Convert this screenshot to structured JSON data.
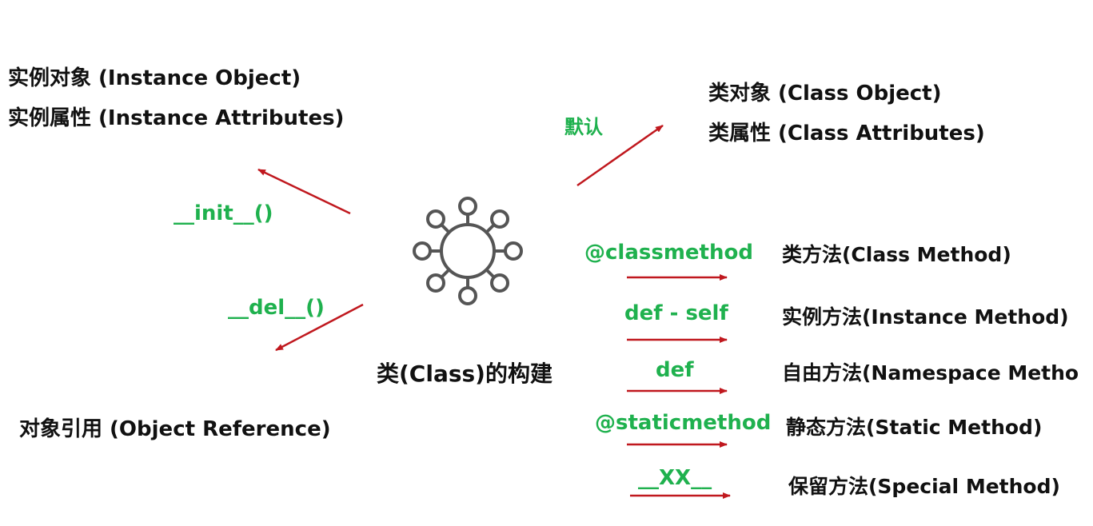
{
  "diagram": {
    "center_label": "类(Class)的构建",
    "left": {
      "instance_object": "实例对象 (Instance Object)",
      "instance_attributes": "实例属性 (Instance Attributes)",
      "init_method": "__init__()",
      "del_method": "__del__()",
      "object_reference": "对象引用 (Object Reference)"
    },
    "right": {
      "default_label": "默认",
      "class_object": "类对象 (Class Object)",
      "class_attributes": "类属性 (Class Attributes)"
    },
    "methods": [
      {
        "decorator": "@classmethod",
        "name": "类方法(Class Method)"
      },
      {
        "decorator": "def - self",
        "name": "实例方法(Instance Method)"
      },
      {
        "decorator": "def",
        "name": "自由方法(Namespace Metho"
      },
      {
        "decorator": "@staticmethod",
        "name": "静态方法(Static Method)"
      },
      {
        "decorator": "__XX__",
        "name": "保留方法(Special Method)"
      }
    ],
    "colors": {
      "arrow": "#c0181e",
      "code_label": "#1fb14e",
      "text": "#111111",
      "icon": "#555555"
    }
  }
}
